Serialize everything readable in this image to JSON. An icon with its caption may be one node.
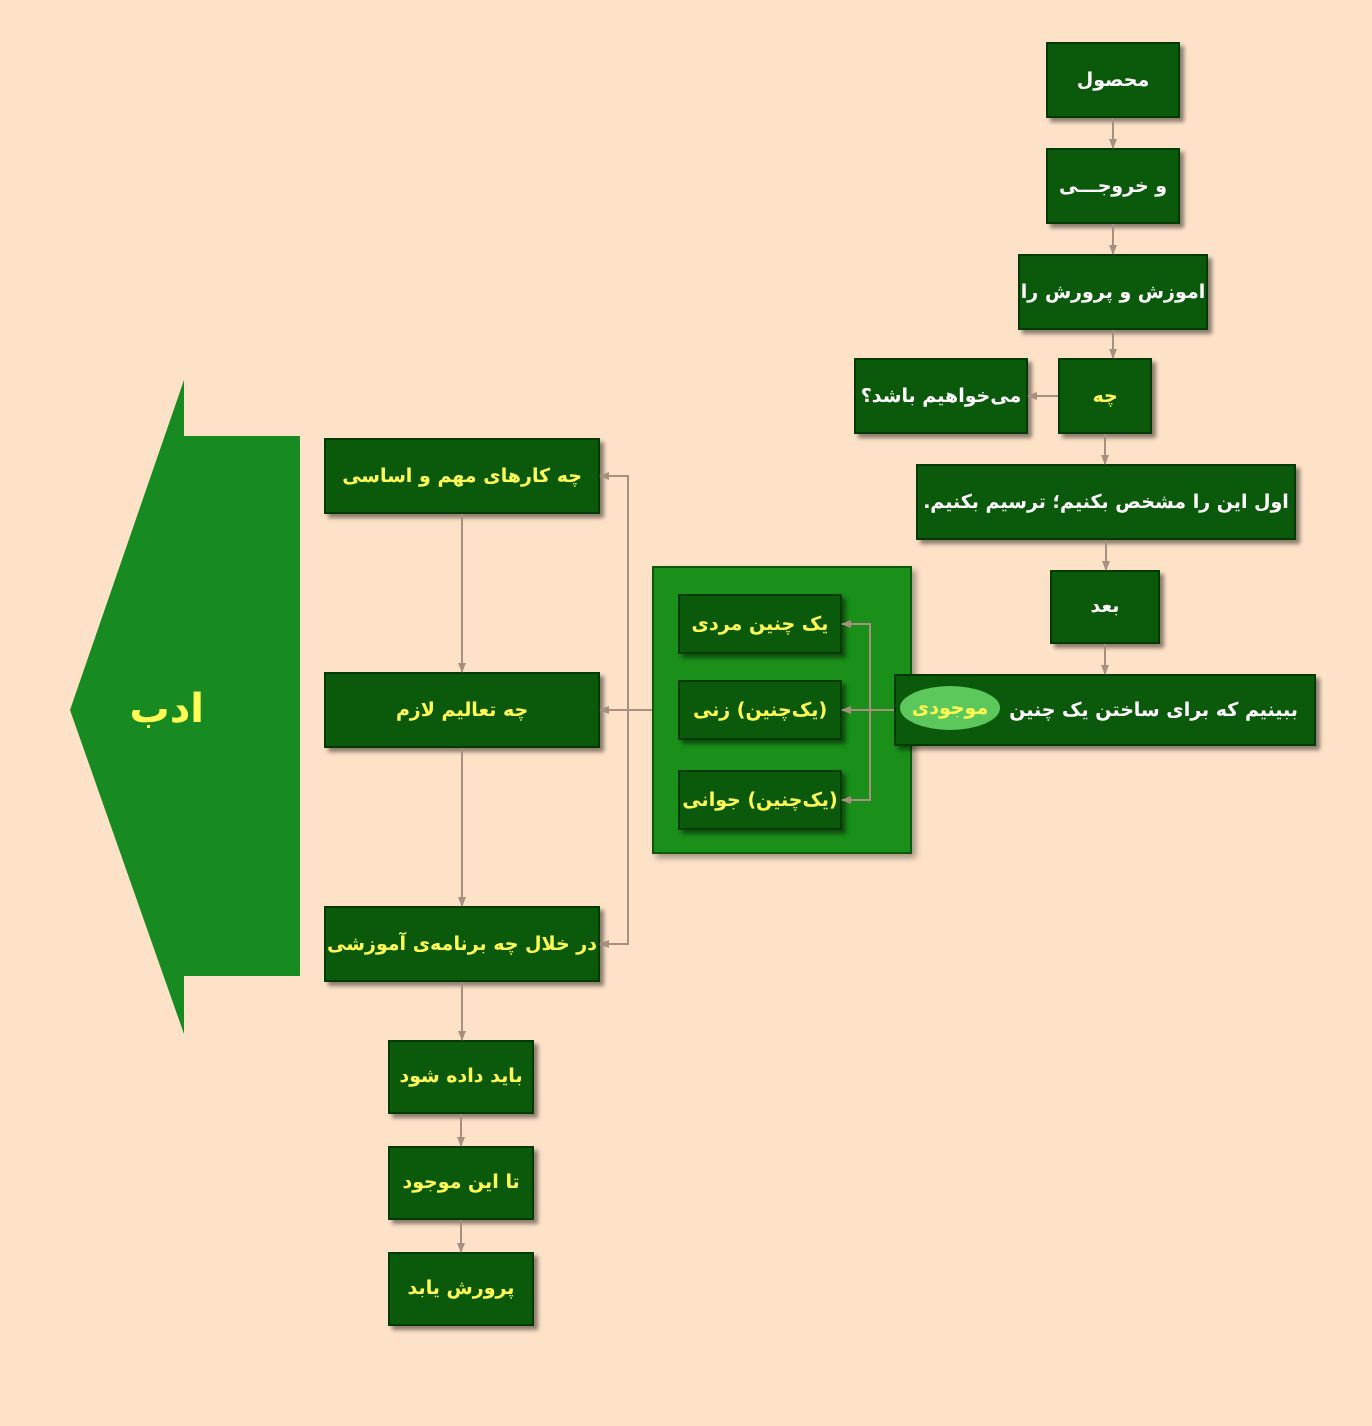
{
  "diagram": {
    "nodes": [
      {
        "text": [
          "محصول"
        ]
      },
      {
        "text": [
          "و خروجـــی"
        ]
      },
      {
        "text": [
          "اموزش و پرورش را"
        ]
      },
      {
        "text": [
          "چه"
        ]
      },
      {
        "text": [
          "می‌خواهیم باشد؟"
        ]
      },
      {
        "text": [
          "اول این را مشخص بکنیم؛ ترسیم بکنیم."
        ]
      },
      {
        "text": [
          "بعد"
        ]
      },
      {
        "text": [],
        "shape": "box"
      },
      {
        "text": [
          "یک چنین مردی"
        ],
        "in": 7
      },
      {
        "text": [
          "(یک‌چنین) زنی"
        ],
        "in": 7
      },
      {
        "text": [
          "(یک‌چنین) جوانی"
        ],
        "in": 7
      },
      {
        "text": [
          "ببینیم که برای ساختن یک چنین"
        ]
      },
      {
        "text": [
          "چه کارهای مهم و اساسی"
        ]
      },
      {
        "text": [
          "چه تعالیم لازم"
        ]
      },
      {
        "text": [
          "در خلال چه برنامه‌ی آموزشی"
        ]
      },
      {
        "text": [
          "باید داده شود"
        ]
      },
      {
        "text": [
          "تا این موجود"
        ]
      },
      {
        "text": [
          "پرورش یابد"
        ]
      },
      {
        "text": [
          "ادب"
        ]
      },
      {
        "text": [
          "موجودی"
        ],
        "in": 11
      }
    ],
    "edges": [
      {
        "from": 0,
        "to": 1,
        "arrow": "to"
      },
      {
        "from": 1,
        "to": 2,
        "arrow": "to"
      },
      {
        "from": 2,
        "to": 3,
        "arrow": "to"
      },
      {
        "from": 3,
        "to": 4,
        "arrow": "to"
      },
      {
        "from": 3,
        "to": 5,
        "arrow": "to"
      },
      {
        "from": 5,
        "to": 6,
        "arrow": "to"
      },
      {
        "from": 6,
        "to": 11,
        "arrow": "to"
      },
      {
        "from": 11,
        "to": 8,
        "arrow": "to"
      },
      {
        "from": 11,
        "to": 9,
        "arrow": "to"
      },
      {
        "from": 11,
        "to": 10,
        "arrow": "to"
      },
      {
        "from": 7,
        "to": 12,
        "arrow": "to"
      },
      {
        "from": 7,
        "to": 13,
        "arrow": "to"
      },
      {
        "from": 7,
        "to": 14,
        "arrow": "to"
      },
      {
        "from": 12,
        "to": 13,
        "arrow": "to"
      },
      {
        "from": 13,
        "to": 14,
        "arrow": "to"
      },
      {
        "from": 14,
        "to": 15,
        "arrow": "to"
      },
      {
        "from": 15,
        "to": 16,
        "arrow": "to"
      },
      {
        "from": 16,
        "to": 17,
        "arrow": "to"
      }
    ]
  }
}
